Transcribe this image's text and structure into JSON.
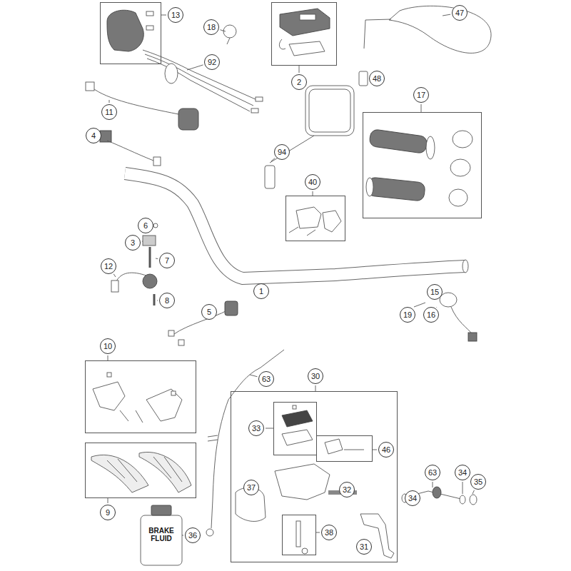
{
  "diagram": {
    "nodes": [
      {
        "text": [
          "13"
        ]
      },
      {
        "text": [
          "18"
        ]
      },
      {
        "text": [
          "2"
        ]
      },
      {
        "text": [
          "47"
        ]
      },
      {
        "text": [
          "92"
        ]
      },
      {
        "text": [
          "48"
        ]
      },
      {
        "text": [
          "11"
        ]
      },
      {
        "text": [
          "17"
        ]
      },
      {
        "text": [
          "4"
        ]
      },
      {
        "text": [
          "94"
        ]
      },
      {
        "text": [
          "40"
        ]
      },
      {
        "text": [
          "6"
        ]
      },
      {
        "text": [
          "3"
        ]
      },
      {
        "text": [
          "7"
        ]
      },
      {
        "text": [
          "12"
        ]
      },
      {
        "text": [
          "1"
        ]
      },
      {
        "text": [
          "15"
        ]
      },
      {
        "text": [
          "8"
        ]
      },
      {
        "text": [
          "19"
        ]
      },
      {
        "text": [
          "16"
        ]
      },
      {
        "text": [
          "5"
        ]
      },
      {
        "text": [
          "10"
        ]
      },
      {
        "text": [
          "63"
        ]
      },
      {
        "text": [
          "30"
        ]
      },
      {
        "text": [
          "33"
        ],
        "in": 23
      },
      {
        "text": [
          "46"
        ],
        "in": 23
      },
      {
        "text": [
          "9"
        ]
      },
      {
        "text": [
          "37"
        ],
        "in": 23
      },
      {
        "text": [
          "32"
        ],
        "in": 23
      },
      {
        "text": [
          "63"
        ]
      },
      {
        "text": [
          "34"
        ]
      },
      {
        "text": [
          "35"
        ]
      },
      {
        "text": [
          "34"
        ]
      },
      {
        "text": [
          "38"
        ],
        "in": 23
      },
      {
        "text": [
          "36"
        ]
      },
      {
        "text": [
          "31"
        ],
        "in": 23
      }
    ],
    "labels": [
      "BRAKE FLUID"
    ]
  }
}
